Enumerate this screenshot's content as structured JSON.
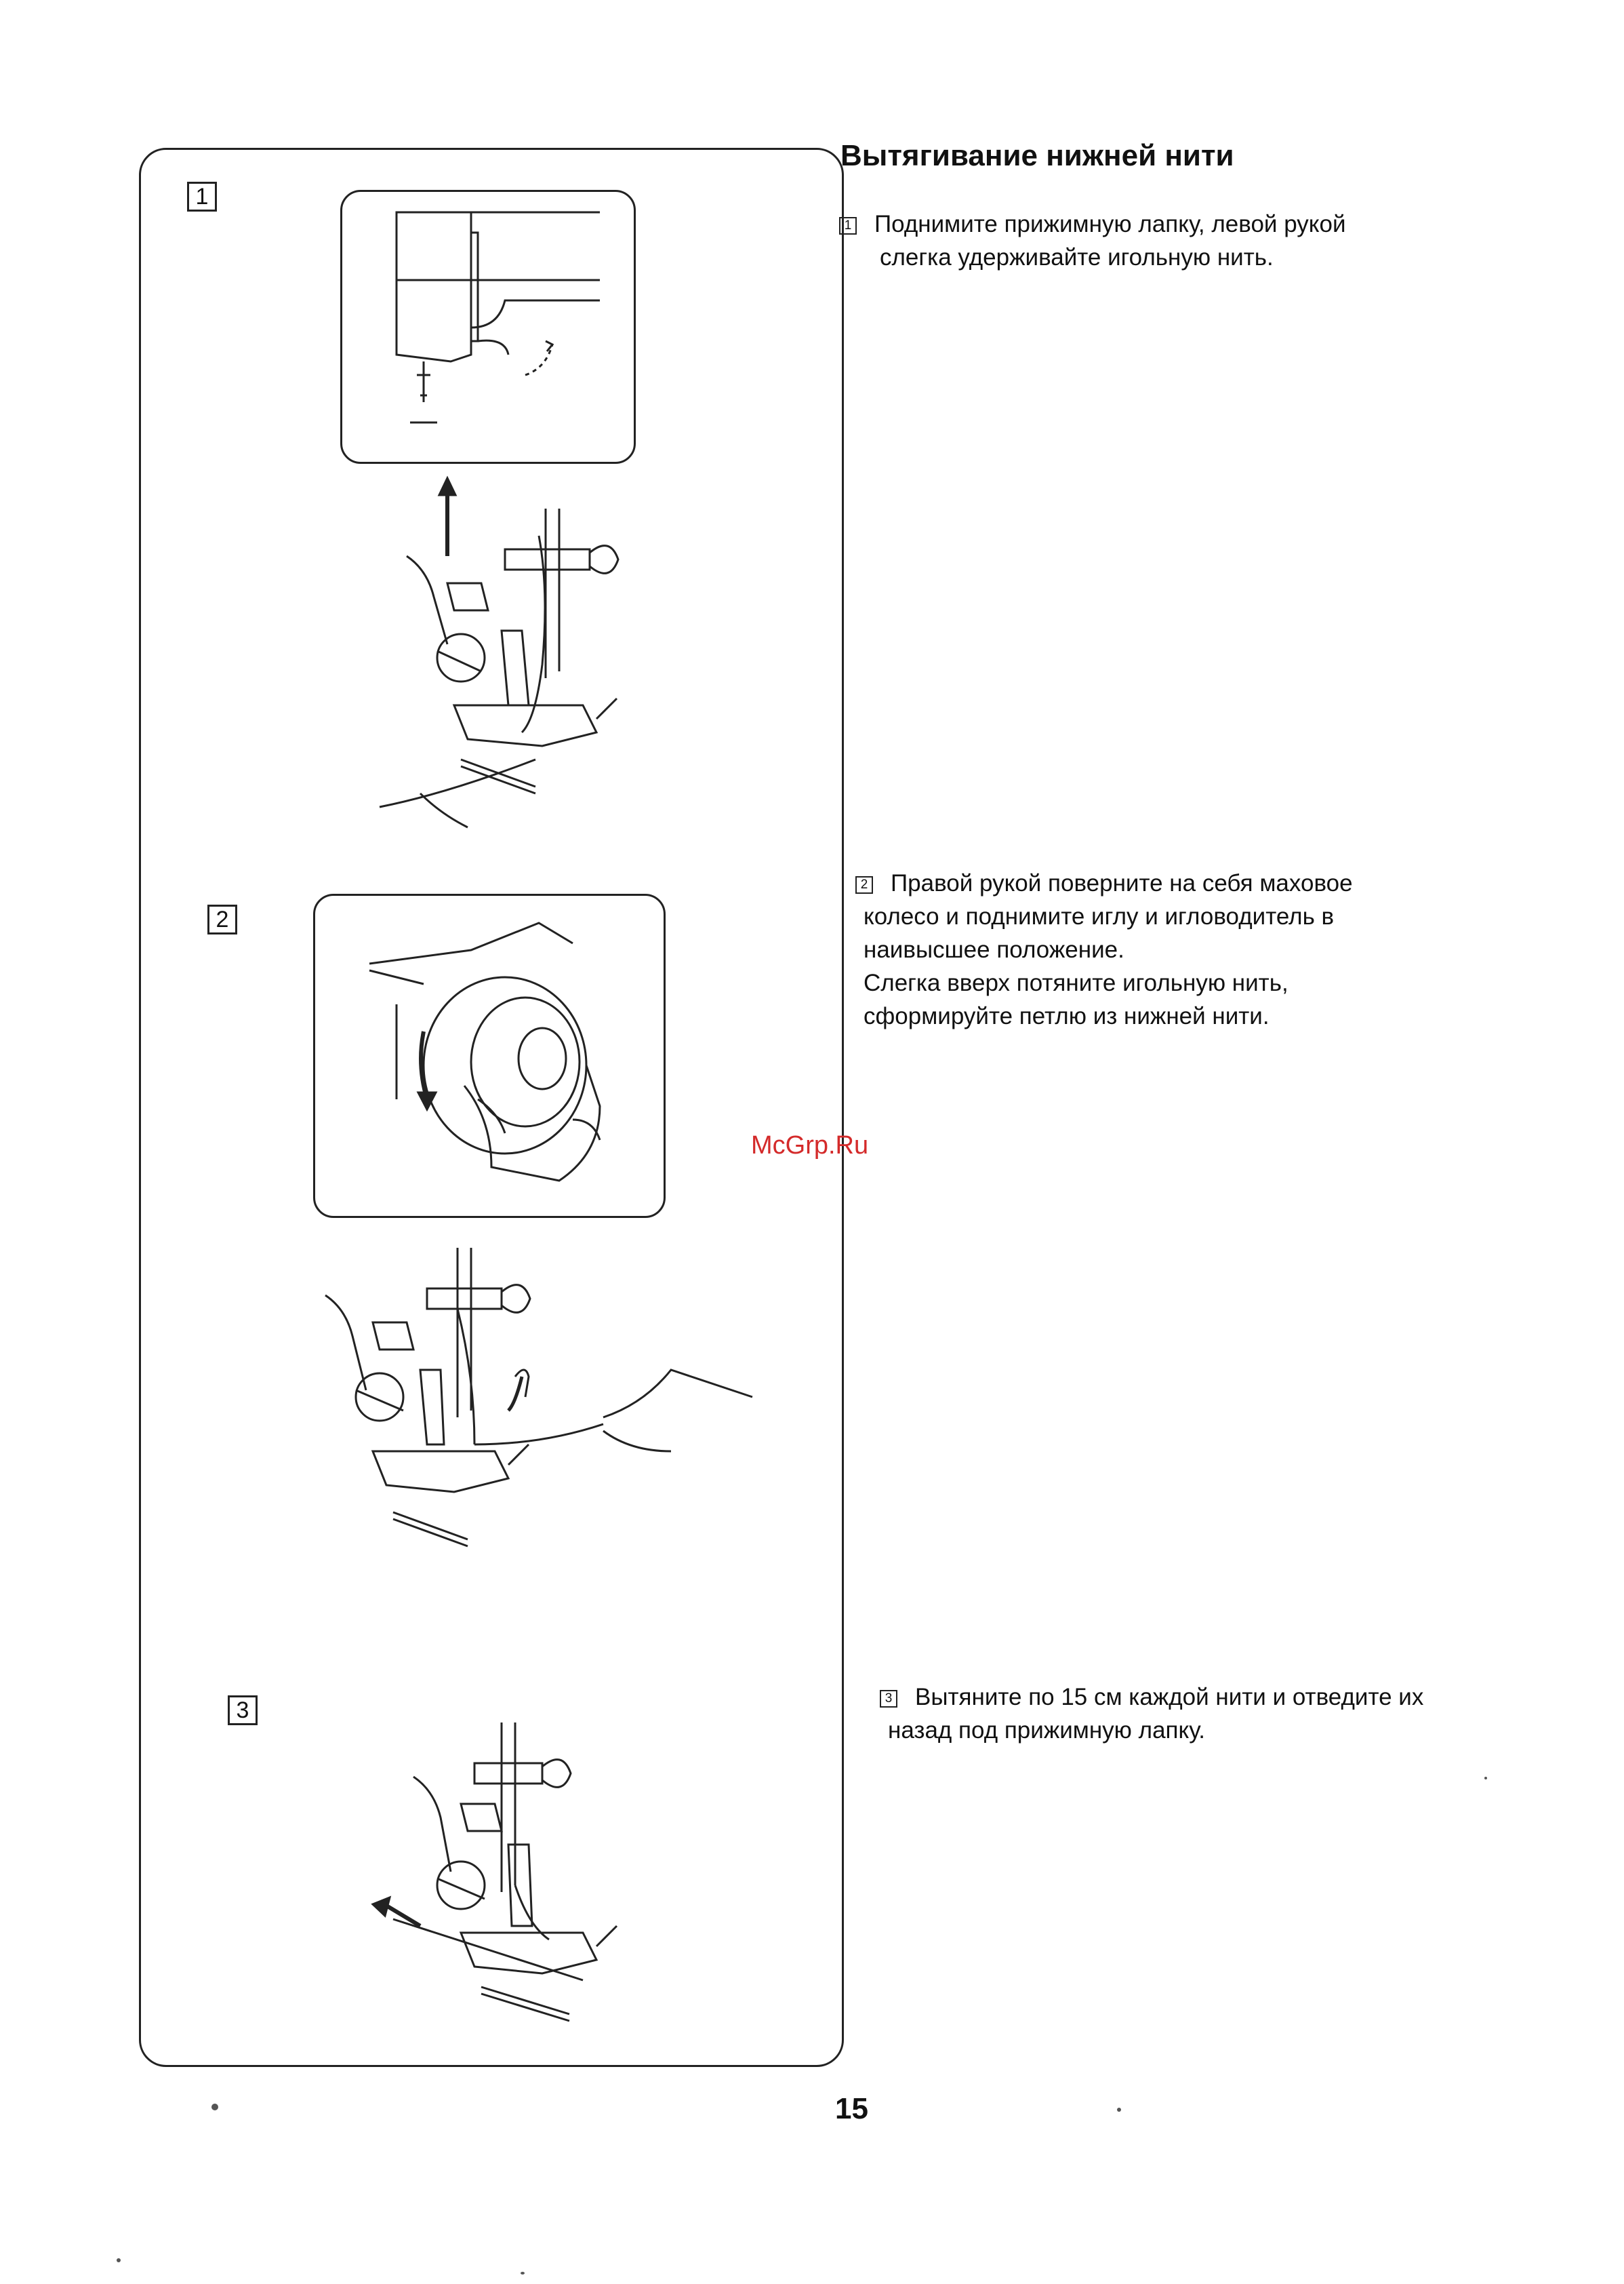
{
  "page": {
    "title": "Вытягивание нижней нити",
    "page_number": "15",
    "watermark": "McGrp.Ru"
  },
  "steps": [
    {
      "number": "1",
      "lines": [
        "Поднимите прижимную лапку, левой рукой",
        "слегка удерживайте игольную нить."
      ]
    },
    {
      "number": "2",
      "lines": [
        "Правой рукой поверните на себя маховое",
        "колесо и поднимите иглу и игловодитель в",
        "наивысшее положение.",
        "Слегка вверх потяните игольную нить,",
        "сформируйте петлю из нижней нити."
      ]
    },
    {
      "number": "3",
      "lines": [
        "Вытяните по 15 см каждой нити и отведите их",
        "назад под прижимную лапку."
      ]
    }
  ],
  "colors": {
    "ink": "#222222",
    "watermark": "#d42a2a"
  }
}
